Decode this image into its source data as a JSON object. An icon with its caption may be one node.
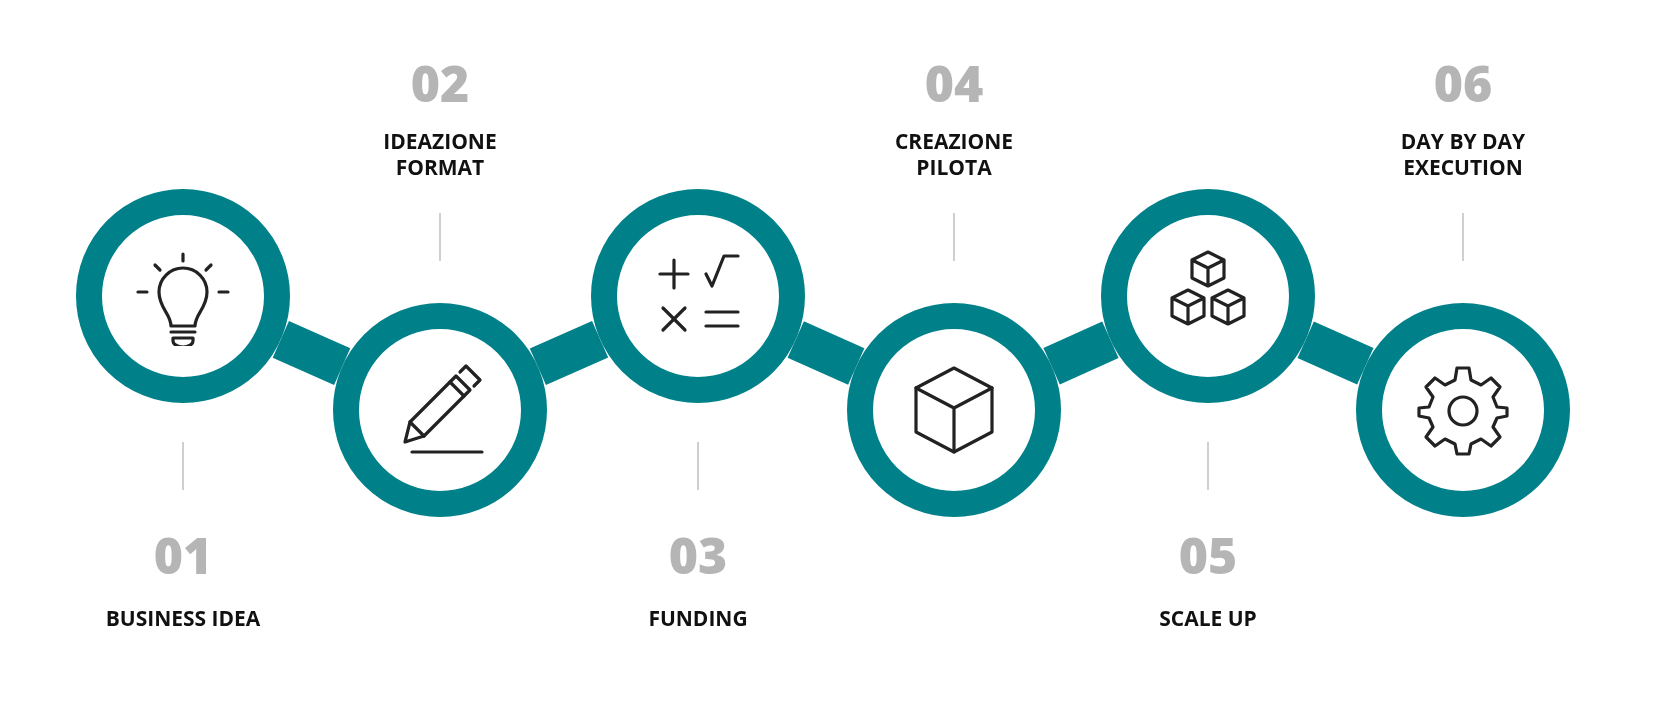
{
  "diagram": {
    "nodes": [
      {
        "text": [
          "01",
          "BUSINESS IDEA"
        ]
      },
      {
        "text": [
          "02",
          "IDEAZIONE FORMAT"
        ]
      },
      {
        "text": [
          "03",
          "FUNDING"
        ]
      },
      {
        "text": [
          "04",
          "CREAZIONE PILOTA"
        ]
      },
      {
        "text": [
          "05",
          "SCALE UP"
        ]
      },
      {
        "text": [
          "06",
          "DAY BY DAY EXECUTION"
        ]
      }
    ],
    "edges": [
      {
        "from": 0,
        "to": 1,
        "arrow": "none"
      },
      {
        "from": 1,
        "to": 2,
        "arrow": "none"
      },
      {
        "from": 2,
        "to": 3,
        "arrow": "none"
      },
      {
        "from": 3,
        "to": 4,
        "arrow": "none"
      },
      {
        "from": 4,
        "to": 5,
        "arrow": "none"
      }
    ]
  }
}
